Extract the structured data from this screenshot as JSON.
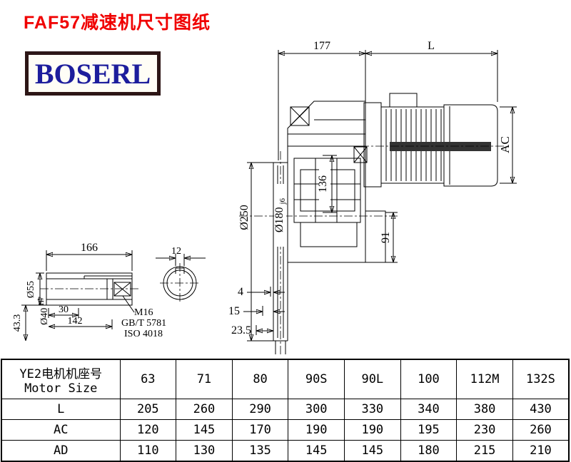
{
  "title": "FAF57减速机尺寸图纸",
  "logo": "BOSERL",
  "drawing": {
    "top_width": "177",
    "motor_length": "L",
    "motor_diameter": "AC",
    "flange_diameter": "Ø250",
    "spigot_diameter": "Ø180",
    "spigot_tolerance": "j6",
    "center_dim": "136",
    "bearing_dim": "91",
    "offset_small": "4",
    "offset_mid": "15",
    "offset_large": "23.5",
    "shaft_length": "166",
    "key_width": "12",
    "shaft_outer_diameter": "Ø55",
    "bore_diameter": "Ø40",
    "bore_tolerance": "H7",
    "dim_30": "30",
    "dim_142": "142",
    "thread_spec": "M16",
    "thread_standard": "GB/T 5781",
    "thread_iso": "ISO 4018",
    "key_depth": "43.3"
  },
  "table": {
    "header_cn": "YE2电机机座号",
    "header_en": "Motor Size",
    "motor_sizes": [
      "63",
      "71",
      "80",
      "90S",
      "90L",
      "100",
      "112M",
      "132S"
    ],
    "rows": [
      {
        "label": "L",
        "values": [
          "205",
          "260",
          "290",
          "300",
          "330",
          "340",
          "380",
          "430"
        ]
      },
      {
        "label": "AC",
        "values": [
          "120",
          "145",
          "170",
          "190",
          "190",
          "195",
          "230",
          "260"
        ]
      },
      {
        "label": "AD",
        "values": [
          "110",
          "130",
          "135",
          "145",
          "145",
          "180",
          "215",
          "210"
        ]
      }
    ]
  }
}
